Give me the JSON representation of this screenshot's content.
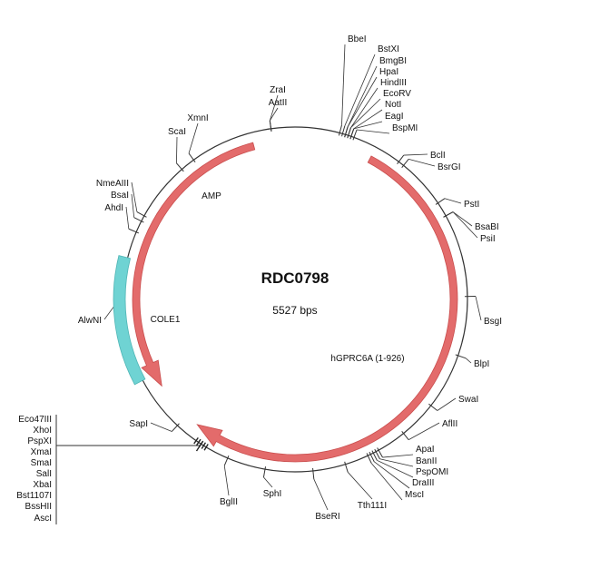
{
  "plasmid": {
    "name": "RDC0798",
    "size_label": "5527 bps",
    "total_bp": 5527
  },
  "colors": {
    "backbone": "#333333",
    "cds": "#e36b6b",
    "cds_stroke": "#c94d4d",
    "origin": "#6fd3d3",
    "origin_stroke": "#4fb5b5"
  },
  "features": [
    {
      "name": "hGPRC6A (1-926)",
      "kind": "cds",
      "direction": "cw",
      "start_angle": 28,
      "end_angle": 218
    },
    {
      "name": "AMP",
      "kind": "cds",
      "direction": "ccw",
      "start_angle": 345,
      "end_angle": 237
    },
    {
      "name": "COLE1",
      "kind": "origin",
      "direction": "none",
      "start_angle": 284,
      "end_angle": 242
    }
  ],
  "sites": [
    {
      "name": "ZraI"
    },
    {
      "name": "AatII"
    },
    {
      "name": "XmnI"
    },
    {
      "name": "ScaI"
    },
    {
      "name": "NmeAIII"
    },
    {
      "name": "BsaI"
    },
    {
      "name": "AhdI"
    },
    {
      "name": "AlwNI"
    },
    {
      "name": "SapI"
    },
    {
      "name": "Eco47III"
    },
    {
      "name": "XhoI"
    },
    {
      "name": "PspXI"
    },
    {
      "name": "XmaI"
    },
    {
      "name": "SmaI"
    },
    {
      "name": "SalI"
    },
    {
      "name": "XbaI"
    },
    {
      "name": "Bst1107I"
    },
    {
      "name": "BssHII"
    },
    {
      "name": "AscI"
    },
    {
      "name": "BglII"
    },
    {
      "name": "SphI"
    },
    {
      "name": "BseRI"
    },
    {
      "name": "Tth111I"
    },
    {
      "name": "MscI"
    },
    {
      "name": "DraIII"
    },
    {
      "name": "PspOMI"
    },
    {
      "name": "BanII"
    },
    {
      "name": "ApaI"
    },
    {
      "name": "AflII"
    },
    {
      "name": "SwaI"
    },
    {
      "name": "BlpI"
    },
    {
      "name": "BsgI"
    },
    {
      "name": "PsiI"
    },
    {
      "name": "BsaBI"
    },
    {
      "name": "PstI"
    },
    {
      "name": "BsrGI"
    },
    {
      "name": "BclI"
    },
    {
      "name": "BspMI"
    },
    {
      "name": "EagI"
    },
    {
      "name": "NotI"
    },
    {
      "name": "EcoRV"
    },
    {
      "name": "HindIII"
    },
    {
      "name": "HpaI"
    },
    {
      "name": "BmgBI"
    },
    {
      "name": "BstXI"
    },
    {
      "name": "BbeI"
    }
  ]
}
